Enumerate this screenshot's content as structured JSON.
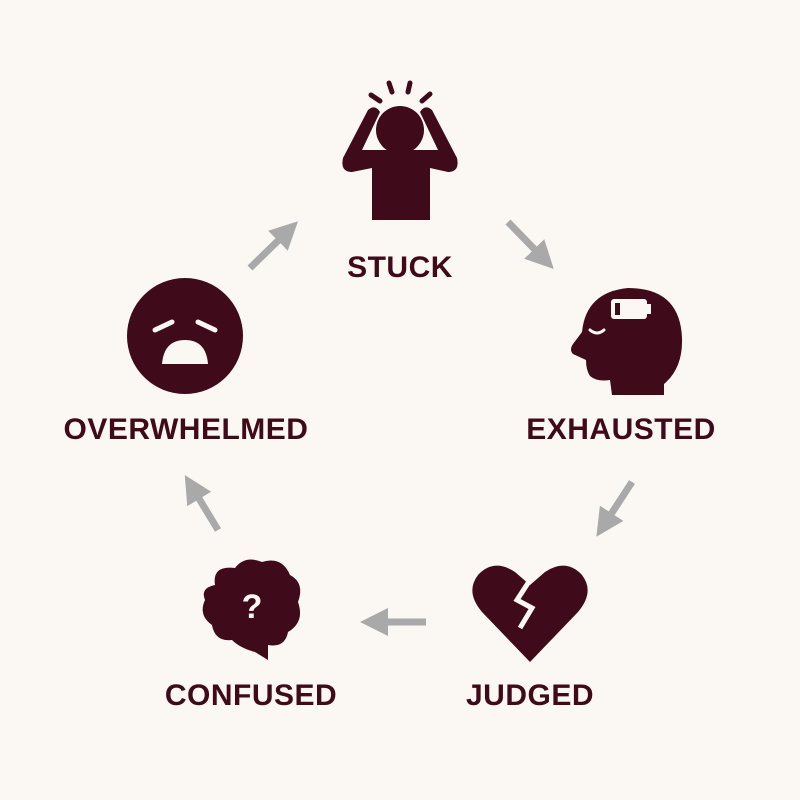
{
  "colors": {
    "background": "#fbf7f2",
    "icon": "#3f0a1a",
    "arrow": "#a9a9a9"
  },
  "nodes": [
    {
      "label": "STUCK",
      "icon": "stressed-person-icon"
    },
    {
      "label": "EXHAUSTED",
      "icon": "head-low-battery-icon"
    },
    {
      "label": "JUDGED",
      "icon": "broken-heart-icon"
    },
    {
      "label": "CONFUSED",
      "icon": "brain-question-icon"
    },
    {
      "label": "OVERWHELMED",
      "icon": "distressed-face-icon"
    }
  ]
}
